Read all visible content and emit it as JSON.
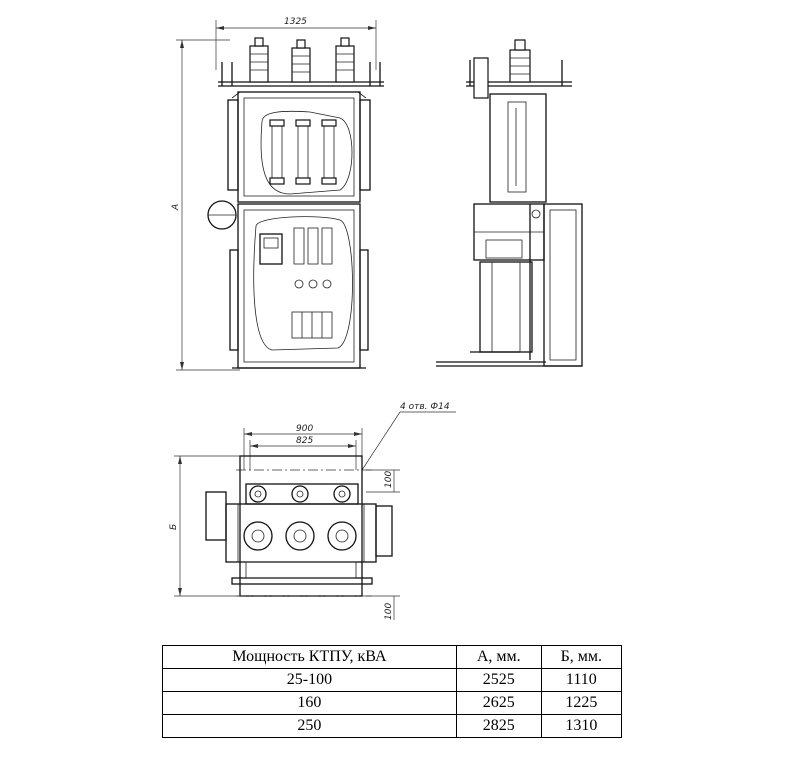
{
  "dimensions": {
    "width_total": "1325",
    "height_label": "А",
    "depth_label": "Б",
    "width_900": "900",
    "width_825": "825",
    "offset_top": "100",
    "offset_bottom": "100",
    "holes_note": "4 отв. Ф14"
  },
  "table": {
    "headers": [
      "Мощность  КТПУ, кВА",
      "А, мм.",
      "Б, мм."
    ],
    "rows": [
      [
        "25-100",
        "2525",
        "1110"
      ],
      [
        "160",
        "2625",
        "1225"
      ],
      [
        "250",
        "2825",
        "1310"
      ]
    ]
  }
}
